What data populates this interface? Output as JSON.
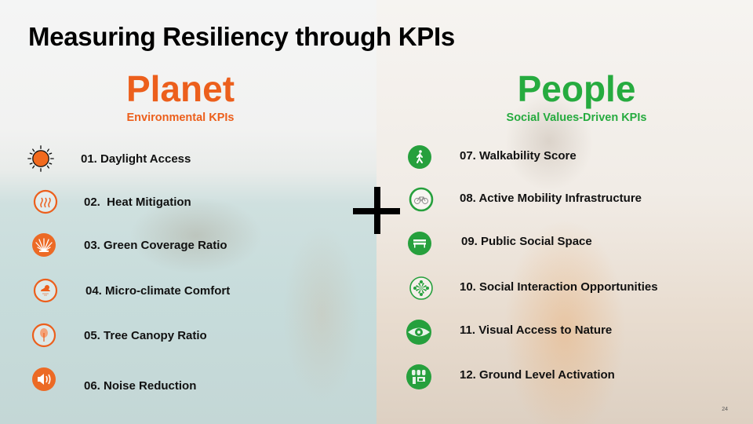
{
  "slide": {
    "title": "Measuring Resiliency through KPIs",
    "page_number": "24",
    "colors": {
      "planet": "#ec5f1c",
      "people": "#26ab3f"
    }
  },
  "planet": {
    "heading": "Planet",
    "subheading": "Environmental KPIs",
    "kpis": [
      {
        "label": "01. Daylight Access",
        "icon": "sun-icon"
      },
      {
        "label": "02.  Heat Mitigation",
        "icon": "heat-waves-icon"
      },
      {
        "label": "03. Green Coverage Ratio",
        "icon": "plant-icon"
      },
      {
        "label": "04. Micro-climate Comfort",
        "icon": "weather-cloud-icon"
      },
      {
        "label": "05. Tree Canopy Ratio",
        "icon": "tree-icon"
      },
      {
        "label": "06. Noise Reduction",
        "icon": "speaker-icon"
      }
    ]
  },
  "people": {
    "heading": "People",
    "subheading": "Social Values-Driven KPIs",
    "kpis": [
      {
        "label": "07. Walkability Score",
        "icon": "pedestrian-icon"
      },
      {
        "label": "08. Active Mobility Infrastructure",
        "icon": "bicycle-icon"
      },
      {
        "label": "09. Public Social Space",
        "icon": "bench-icon"
      },
      {
        "label": "10. Social Interaction Opportunities",
        "icon": "community-icon"
      },
      {
        "label": "11. Visual Access to Nature",
        "icon": "eye-icon"
      },
      {
        "label": "12. Ground Level Activation",
        "icon": "storefront-icon"
      }
    ]
  }
}
